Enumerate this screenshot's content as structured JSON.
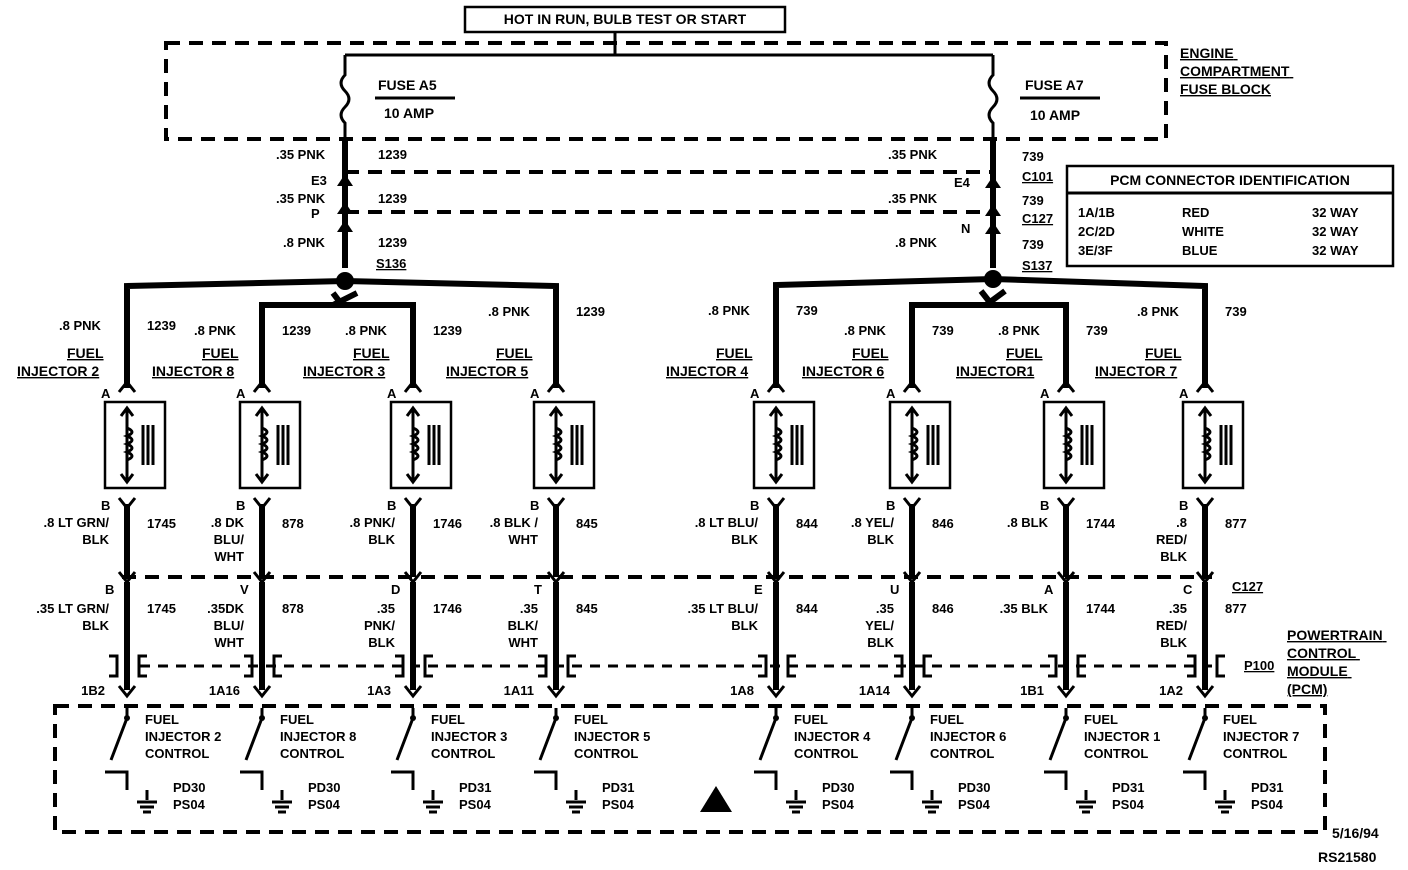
{
  "header": {
    "hot_label": "HOT IN RUN,  BULB TEST OR START"
  },
  "fuse_block": {
    "label_lines": [
      "ENGINE",
      "COMPARTMENT",
      "FUSE BLOCK"
    ],
    "fuse_a5": {
      "name": "FUSE A5",
      "rating": "10 AMP"
    },
    "fuse_a7": {
      "name": "FUSE A7",
      "rating": "10 AMP"
    }
  },
  "upper_wires": {
    "left": {
      "w1": ".35 PNK",
      "c1": "1239",
      "pin_e": "E3",
      "w2": ".35 PNK",
      "pin_p": "P",
      "c2": "1239",
      "w3": ".8 PNK",
      "c3": "1239",
      "splice": "S136"
    },
    "right": {
      "w1": ".35 PNK",
      "c1": "739",
      "pin_e": "E4",
      "c101": "C101",
      "w2": ".35 PNK",
      "c2": "739",
      "c127": "C127",
      "pin_n": "N",
      "w3": ".8 PNK",
      "c3": "739",
      "splice": "S137"
    }
  },
  "pcm_id": {
    "title": "PCM CONNECTOR IDENTIFICATION",
    "rows": [
      {
        "conn": "1A/1B",
        "color": "RED",
        "size": "32 WAY"
      },
      {
        "conn": "2C/2D",
        "color": "WHITE",
        "size": "32 WAY"
      },
      {
        "conn": "3E/3F",
        "color": "BLUE",
        "size": "32 WAY"
      }
    ]
  },
  "pin_a": "A",
  "pin_b": "B",
  "connector_c127": "C127",
  "connector_p100": "P100",
  "pcm_label_lines": [
    "POWERTRAIN",
    "CONTROL",
    "MODULE",
    "(PCM)"
  ],
  "injectors": [
    {
      "name_lines": [
        "FUEL",
        "INJECTOR 2"
      ],
      "feed_wire": ".8 PNK",
      "feed_circuit": "1239",
      "out_wire": [
        ".8 LT GRN/",
        "BLK"
      ],
      "out_circuit": "1745",
      "c127_pin": "B",
      "pcm_wire": [
        ".35 LT GRN/",
        "BLK"
      ],
      "pcm_circuit": "1745",
      "pcm_pin": "1B2",
      "control_lines": [
        "FUEL",
        "INJECTOR 2",
        "CONTROL"
      ],
      "pd": [
        "PD30",
        "PS04"
      ]
    },
    {
      "name_lines": [
        "FUEL",
        "INJECTOR 8"
      ],
      "feed_wire": ".8 PNK",
      "feed_circuit": "1239",
      "out_wire": [
        ".8 DK",
        "BLU/",
        "WHT"
      ],
      "out_circuit": "878",
      "c127_pin": "V",
      "pcm_wire": [
        ".35DK",
        "BLU/",
        "WHT"
      ],
      "pcm_circuit": "878",
      "pcm_pin": "1A16",
      "control_lines": [
        "FUEL",
        "INJECTOR 8",
        "CONTROL"
      ],
      "pd": [
        "PD30",
        "PS04"
      ]
    },
    {
      "name_lines": [
        "FUEL",
        "INJECTOR 3"
      ],
      "feed_wire": ".8 PNK",
      "feed_circuit": "1239",
      "out_wire": [
        ".8 PNK/",
        "BLK"
      ],
      "out_circuit": "1746",
      "c127_pin": "D",
      "pcm_wire": [
        ".35",
        "PNK/",
        "BLK"
      ],
      "pcm_circuit": "1746",
      "pcm_pin": "1A3",
      "control_lines": [
        "FUEL",
        "INJECTOR 3",
        "CONTROL"
      ],
      "pd": [
        "PD31",
        "PS04"
      ]
    },
    {
      "name_lines": [
        "FUEL",
        "INJECTOR 5"
      ],
      "feed_wire": ".8 PNK",
      "feed_circuit": "1239",
      "out_wire": [
        ".8 BLK /",
        "WHT"
      ],
      "out_circuit": "845",
      "c127_pin": "T",
      "pcm_wire": [
        ".35",
        "BLK/",
        "WHT"
      ],
      "pcm_circuit": "845",
      "pcm_pin": "1A11",
      "control_lines": [
        "FUEL",
        "INJECTOR 5",
        "CONTROL"
      ],
      "pd": [
        "PD31",
        "PS04"
      ]
    },
    {
      "name_lines": [
        "FUEL",
        "INJECTOR 4"
      ],
      "feed_wire": ".8 PNK",
      "feed_circuit": "739",
      "out_wire": [
        ".8 LT BLU/",
        "BLK"
      ],
      "out_circuit": "844",
      "c127_pin": "E",
      "pcm_wire": [
        ".35 LT BLU/",
        "BLK"
      ],
      "pcm_circuit": "844",
      "pcm_pin": "1A8",
      "control_lines": [
        "FUEL",
        "INJECTOR 4",
        "CONTROL"
      ],
      "pd": [
        "PD30",
        "PS04"
      ]
    },
    {
      "name_lines": [
        "FUEL",
        "INJECTOR 6"
      ],
      "feed_wire": ".8 PNK",
      "feed_circuit": "739",
      "out_wire": [
        ".8 YEL/",
        "BLK"
      ],
      "out_circuit": "846",
      "c127_pin": "U",
      "pcm_wire": [
        ".35",
        "YEL/",
        "BLK"
      ],
      "pcm_circuit": "846",
      "pcm_pin": "1A14",
      "control_lines": [
        "FUEL",
        "INJECTOR 6",
        "CONTROL"
      ],
      "pd": [
        "PD30",
        "PS04"
      ]
    },
    {
      "name_lines": [
        "FUEL",
        "INJECTOR1"
      ],
      "feed_wire": ".8 PNK",
      "feed_circuit": "739",
      "out_wire": [
        ".8 BLK"
      ],
      "out_circuit": "1744",
      "c127_pin": "A",
      "pcm_wire": [
        ".35 BLK"
      ],
      "pcm_circuit": "1744",
      "pcm_pin": "1B1",
      "control_lines": [
        "FUEL",
        "INJECTOR 1",
        "CONTROL"
      ],
      "pd": [
        "PD31",
        "PS04"
      ]
    },
    {
      "name_lines": [
        "FUEL",
        "INJECTOR 7"
      ],
      "feed_wire": ".8 PNK",
      "feed_circuit": "739",
      "out_wire": [
        ".8",
        "RED/",
        "BLK"
      ],
      "out_circuit": "877",
      "c127_pin": "C",
      "pcm_wire": [
        ".35",
        "RED/",
        "BLK"
      ],
      "pcm_circuit": "877",
      "pcm_pin": "1A2",
      "control_lines": [
        "FUEL",
        "INJECTOR 7",
        "CONTROL"
      ],
      "pd": [
        "PD31",
        "PS04"
      ]
    }
  ],
  "footer": {
    "date": "5/16/94",
    "ref": "RS21580"
  }
}
